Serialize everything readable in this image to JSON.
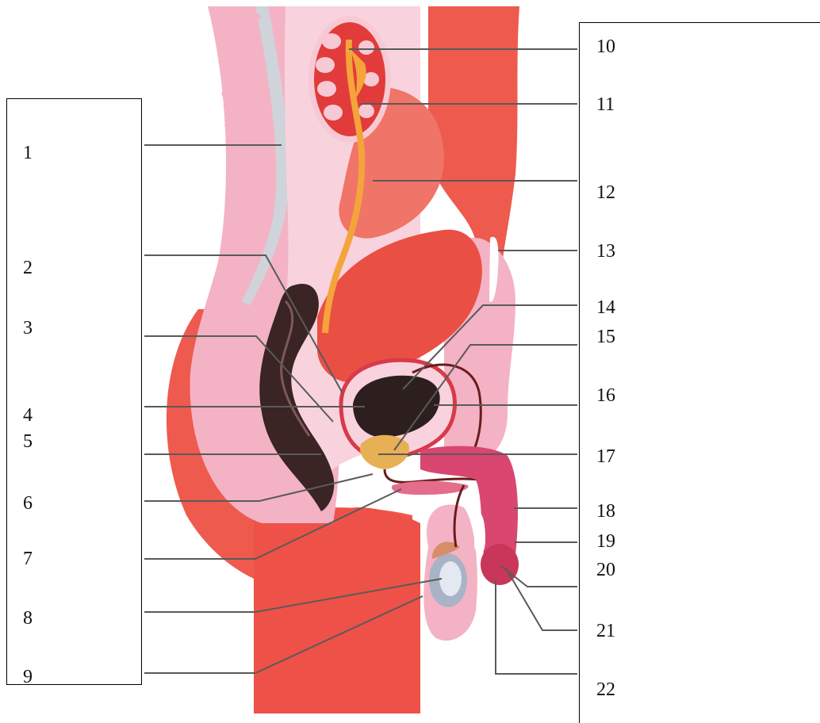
{
  "diagram": {
    "left_labels": [
      "1",
      "2",
      "3",
      "4",
      "5",
      "6",
      "7",
      "8",
      "9"
    ],
    "right_labels": [
      "10",
      "11",
      "12",
      "13",
      "14",
      "15",
      "16",
      "17",
      "18",
      "19",
      "20",
      "21",
      "22"
    ]
  },
  "colors": {
    "body_pink": "#f3b3c4",
    "light_pink": "#f8d3dd",
    "flesh_red": "#ef5a4e",
    "deep_red": "#e8463c",
    "dark_rectum": "#3a2424",
    "kidney_red": "#e23b3b",
    "ureter_orange": "#f4a43a",
    "prostate_gold": "#e7b054",
    "penis_magenta": "#d9466f",
    "testis_grey": "#a9b3c6",
    "leader_line": "#5a5a5a"
  }
}
